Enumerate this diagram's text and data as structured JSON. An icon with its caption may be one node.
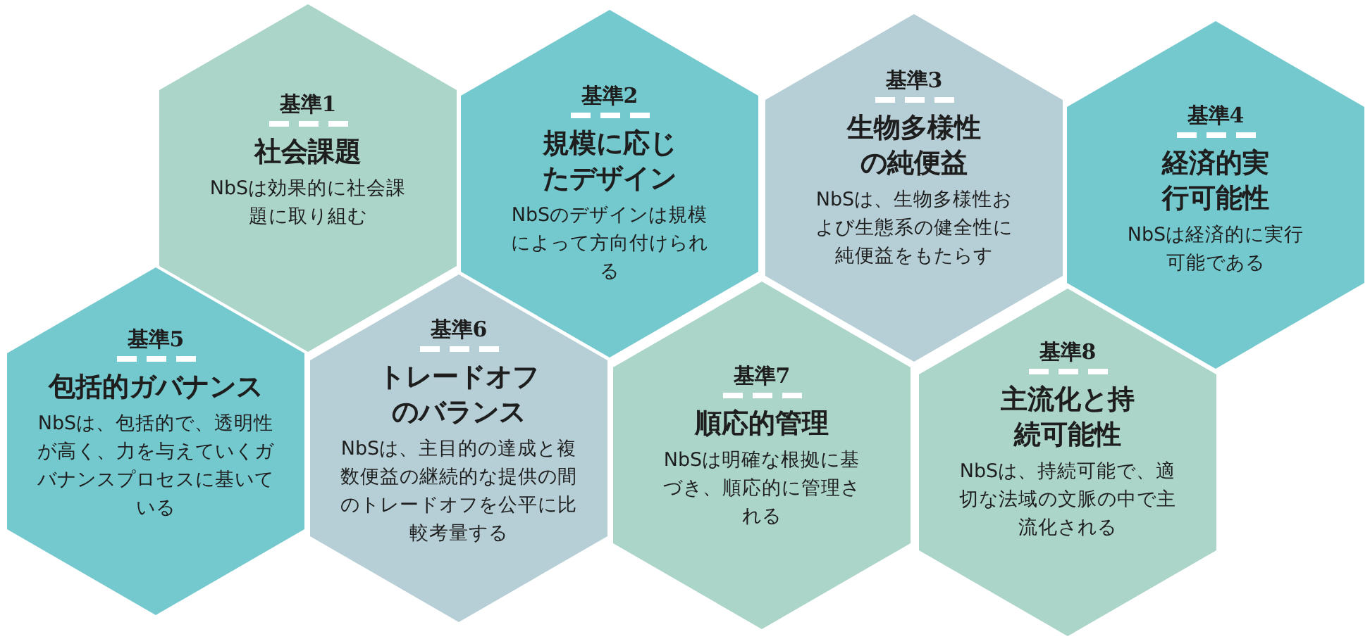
{
  "diagram": {
    "nodes": [
      {
        "text": [
          "基準1",
          "社会課題",
          "NbSは効果的に社会課題に取り組む"
        ]
      },
      {
        "text": [
          "基準2",
          "規模に応じたデザイン",
          "NbSのデザインは規模によって方向付けられる"
        ]
      },
      {
        "text": [
          "基準3",
          "生物多様性の純便益",
          "NbSは、生物多様性および生態系の健全性に純便益をもたらす"
        ]
      },
      {
        "text": [
          "基準4",
          "経済的実行可能性",
          "NbSは経済的に実行可能である"
        ]
      },
      {
        "text": [
          "基準5",
          "包括的ガバナンス",
          "NbSは、包括的で、透明性が高く、力を与えていくガバナンスプロセスに基いている"
        ]
      },
      {
        "text": [
          "基準6",
          "トレードオフのバランス",
          "NbSは、主目的の達成と複数便益の継続的な提供の間のトレードオフを公平に比較考量する"
        ]
      },
      {
        "text": [
          "基準7",
          "順応的管理",
          "NbSは明確な根拠に基づき、順応的に管理される"
        ]
      },
      {
        "text": [
          "基準8",
          "主流化と持続可能性",
          "NbSは、持続可能で、適切な法域の文脈の中で主流化される"
        ]
      }
    ]
  }
}
